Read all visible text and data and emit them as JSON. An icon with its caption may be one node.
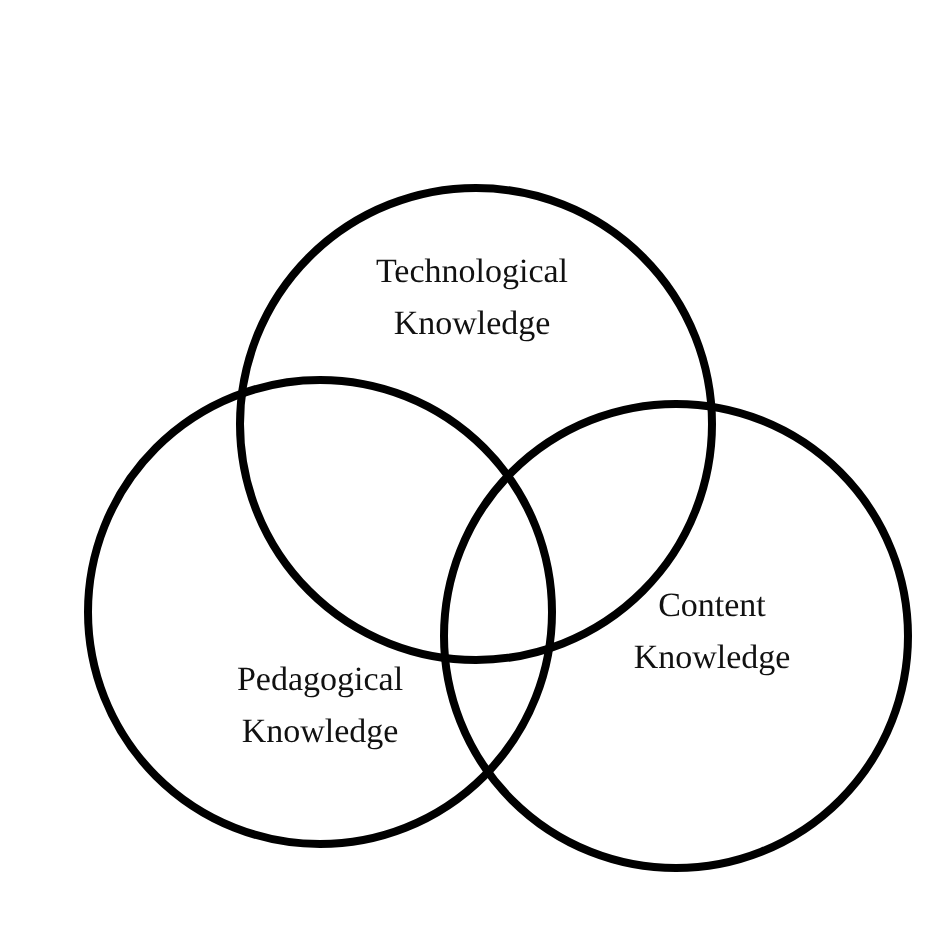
{
  "diagram": {
    "nodes": [
      {
        "text": [
          "Technological Knowledge"
        ]
      },
      {
        "text": [
          "Pedagogical Knowledge"
        ]
      },
      {
        "text": [
          "Content Knowledge"
        ]
      }
    ]
  }
}
